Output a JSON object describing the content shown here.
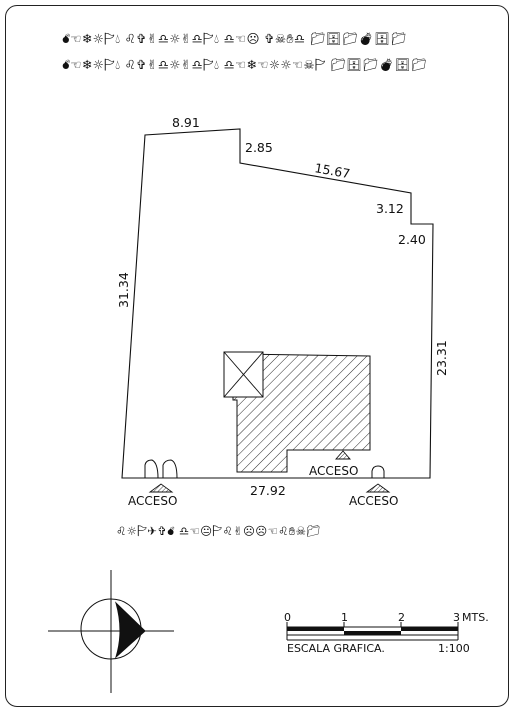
{
  "header": {
    "line1": "💣︎☜︎❄︎☼︎🏱︎💧︎ ♌︎✞︎✌︎♎︎☼︎✌︎♎︎🏱︎💧︎ ♎︎☜︎☹︎ ✞︎☠︎✋︎♎︎ 📁︎🗄︎📁︎💣︎🗄︎📁︎",
    "line2": "💣︎☜︎❄︎☼︎🏱︎💧︎ ♌︎✞︎✌︎♎︎☼︎✌︎♎︎🏱︎💧︎ ♎︎☜︎❄︎☜︎☼︎☼︎☜︎☠︎🏱︎ 📁︎🗄︎📁︎💣︎🗄︎📁︎"
  },
  "footer_note": "♌︎☼︎🏱︎✈︎✞︎💣︎ ♎︎☜︎😐︎🏱︎♌︎✌︎☹︎☹︎☜︎♌︎✋︎☠︎📁︎",
  "plan": {
    "dimensions": {
      "top_left": "8.91",
      "notch_left": "2.85",
      "top_slope": "15.67",
      "notch_right": "3.12",
      "right_step": "2.40",
      "right_side": "23.31",
      "left_side": "31.34",
      "bottom": "27.92"
    },
    "labels": {
      "access_building": "ACCESO",
      "access_left": "ACCESO",
      "access_right": "ACCESO"
    }
  },
  "scale_bar": {
    "ticks": [
      "0",
      "1",
      "2",
      "3"
    ],
    "unit": "MTS.",
    "caption": "ESCALA GRAFICA.",
    "ratio": "1:100"
  },
  "colors": {
    "line": "#111111",
    "fill": "#000000",
    "background": "#ffffff"
  }
}
